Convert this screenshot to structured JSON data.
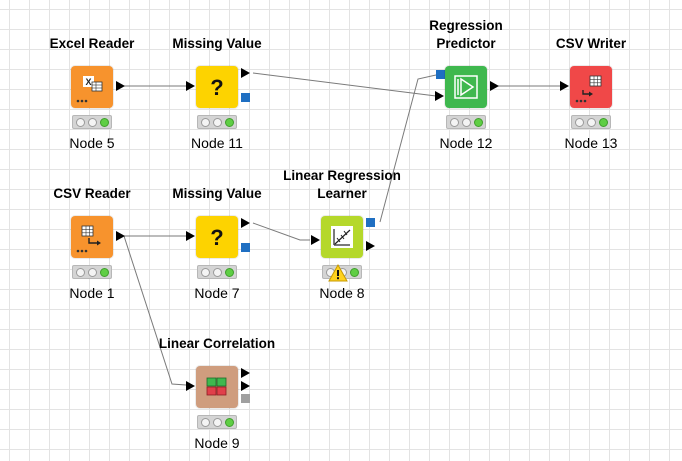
{
  "canvas": {
    "grid_color": "#e3e3e3",
    "connection_color": "#7a7a7a"
  },
  "nodes": [
    {
      "id": "excel-reader",
      "title": "Excel Reader",
      "label": "Node 5",
      "color": "#f7932d",
      "icon": "excel-reader-icon",
      "status": "executed"
    },
    {
      "id": "missing-value-11",
      "title": "Missing Value",
      "label": "Node 11",
      "color": "#fdd300",
      "icon": "question-mark-icon",
      "status": "executed"
    },
    {
      "id": "regression-predictor",
      "title": "Regression\nPredictor",
      "label": "Node 12",
      "color": "#3fb84e",
      "icon": "predictor-icon",
      "status": "executed"
    },
    {
      "id": "csv-writer",
      "title": "CSV Writer",
      "label": "Node 13",
      "color": "#f04848",
      "icon": "csv-writer-icon",
      "status": "executed"
    },
    {
      "id": "csv-reader",
      "title": "CSV Reader",
      "label": "Node 1",
      "color": "#f7932d",
      "icon": "csv-reader-icon",
      "status": "executed"
    },
    {
      "id": "missing-value-7",
      "title": "Missing Value",
      "label": "Node 7",
      "color": "#fdd300",
      "icon": "question-mark-icon",
      "status": "executed"
    },
    {
      "id": "linear-regression-learner",
      "title": "Linear Regression\nLearner",
      "label": "Node 8",
      "color": "#b5d82b",
      "icon": "regression-learner-icon",
      "status": "executed",
      "warning": true
    },
    {
      "id": "linear-correlation",
      "title": "Linear Correlation",
      "label": "Node 9",
      "color": "#cf9d7e",
      "icon": "correlation-matrix-icon",
      "status": "executed"
    }
  ]
}
